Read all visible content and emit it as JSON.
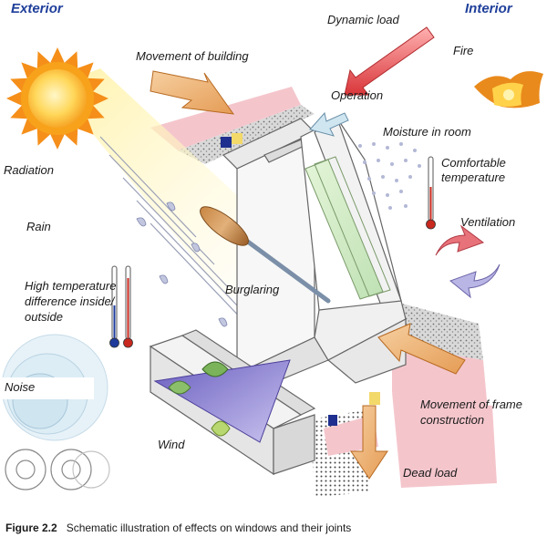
{
  "headers": {
    "exterior": "Exterior",
    "interior": "Interior"
  },
  "labels": {
    "dynamic_load": "Dynamic load",
    "fire": "Fire",
    "movement_of_building": "Movement of building",
    "operation": "Operation",
    "moisture_in_room": "Moisture in room",
    "comfortable_temperature_line1": "Comfortable",
    "comfortable_temperature_line2": "temperature",
    "radiation": "Radiation",
    "rain": "Rain",
    "ventilation": "Ventilation",
    "high_temp_line1": "High temperature",
    "high_temp_line2": "difference inside/",
    "high_temp_line3": "outside",
    "burglaring": "Burglaring",
    "noise": "Noise",
    "movement_of_frame_line1": "Movement of frame",
    "movement_of_frame_line2": "construction",
    "wind": "Wind",
    "dead_load": "Dead load"
  },
  "caption": {
    "number": "Figure 2.2",
    "text": "Schematic illustration of effects on windows and their joints"
  }
}
